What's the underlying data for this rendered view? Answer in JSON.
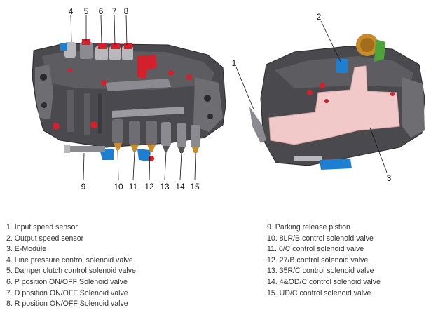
{
  "callouts": [
    "1",
    "2",
    "3",
    "4",
    "5",
    "6",
    "7",
    "8",
    "9",
    "10",
    "11",
    "12",
    "13",
    "14",
    "15"
  ],
  "legend": {
    "left": [
      "1. Input speed sensor",
      "2. Output speed sensor",
      "3. E-Module",
      "4. Line pressure control solenoid valve",
      "5. Damper clutch control solenoid valve",
      "6. P position ON/OFF Solenoid valve",
      "7. D position ON/OFF Solenoid valve",
      "8. R position ON/OFF Solenoid valve"
    ],
    "right": [
      "9. Parking release pistion",
      "10. 8LR/B control solenoid valve",
      "11. 6/C control solenoid valve",
      "12. 27/B control solenoid valve",
      "13. 35R/C control solenoid valve",
      "14. 4&OD/C control solenoid valve",
      "15. UD/C control solenoid valve"
    ]
  },
  "colors": {
    "body": "#4a4a4e",
    "body_light": "#6d6d72",
    "red": "#d4202a",
    "blue": "#1e7fd0",
    "pink": "#f2c9c9",
    "gold": "#c98a2a",
    "silver": "#b9b9bd"
  }
}
